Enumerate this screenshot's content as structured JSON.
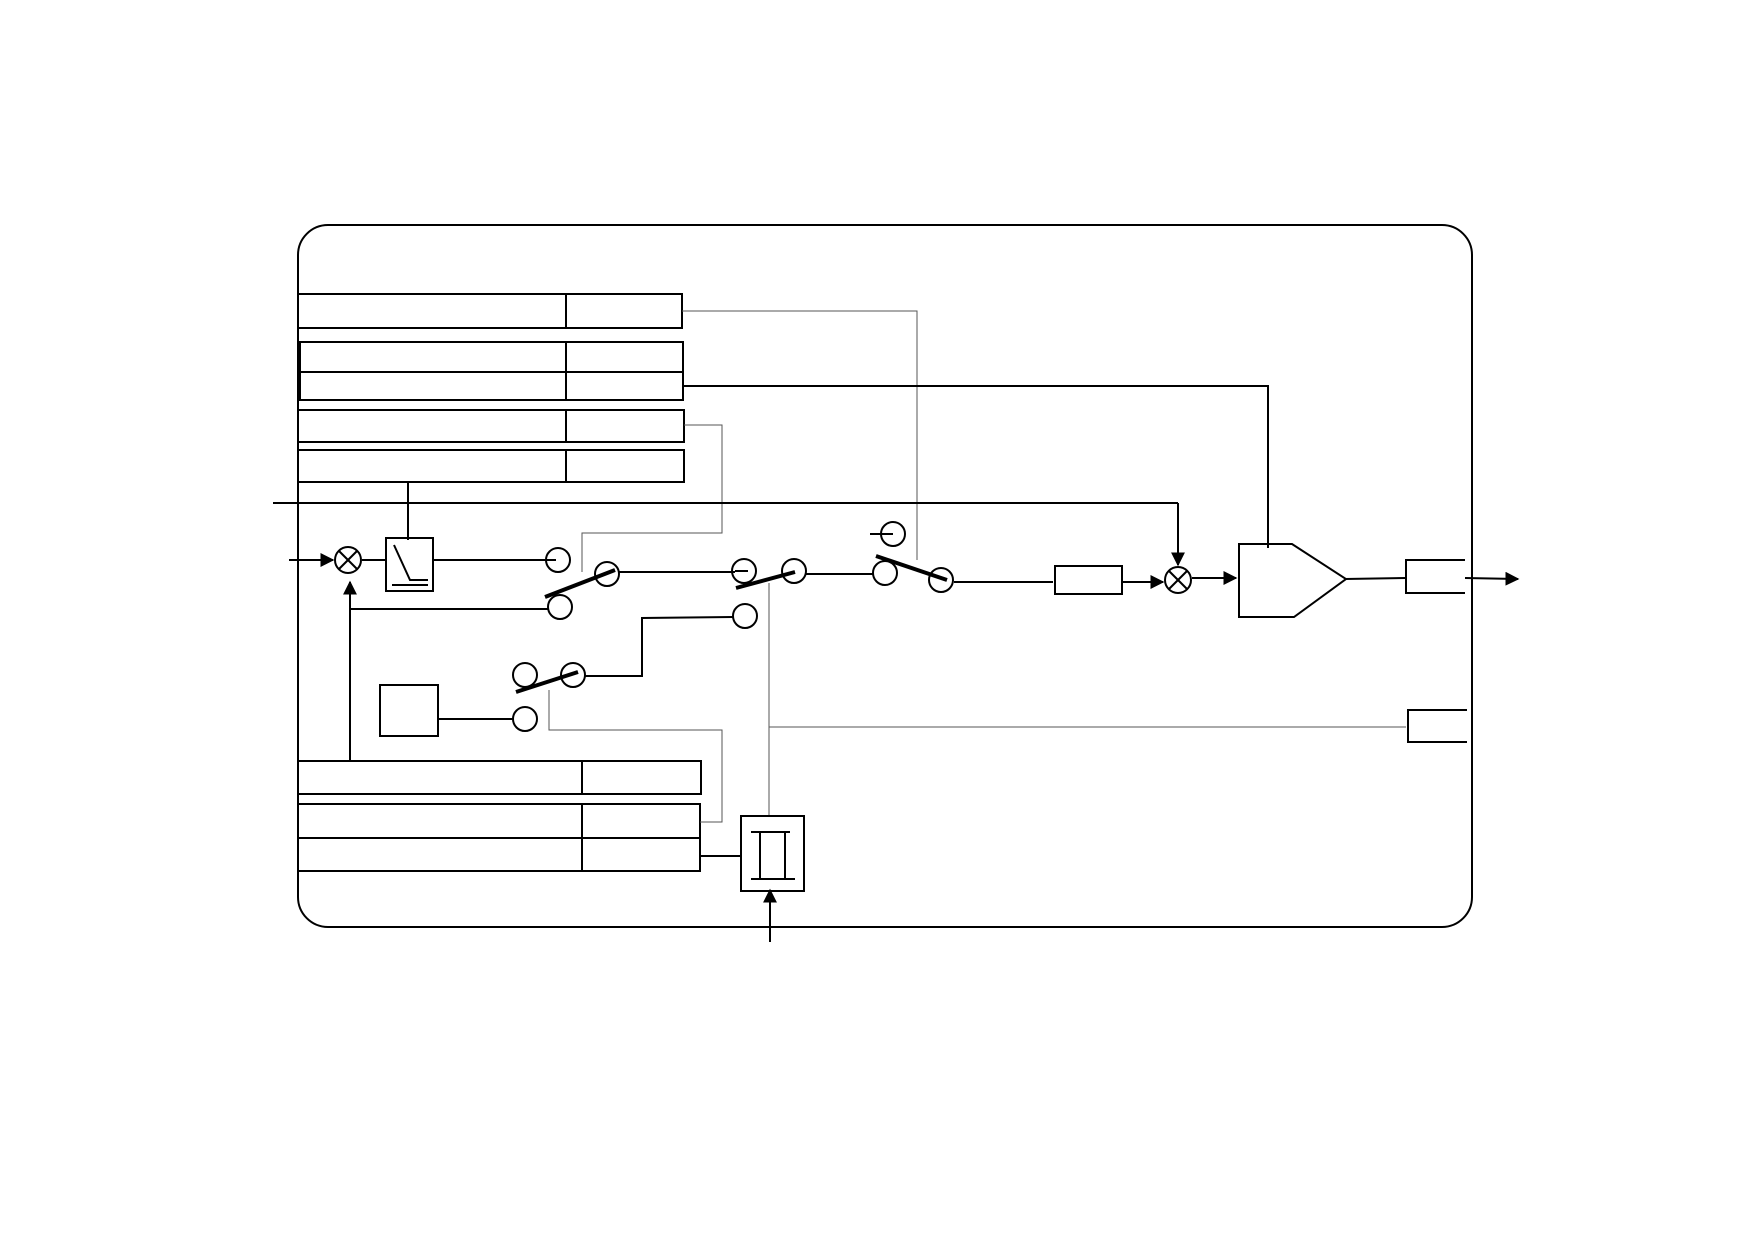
{
  "diagram": {
    "title": "",
    "colors": {
      "line": "#000000",
      "background": "#ffffff",
      "thin_line": "#555555"
    },
    "parameter_table_top": {
      "rows": 5,
      "columns": 2,
      "labels": []
    },
    "parameter_table_bottom": {
      "rows": 3,
      "columns": 2,
      "labels": []
    },
    "blocks": [
      {
        "id": "input-mixer",
        "symbol": "mixer-icon"
      },
      {
        "id": "filter-block",
        "symbol": "lowpass-filter-icon"
      },
      {
        "id": "source-block",
        "symbol": "empty-box"
      },
      {
        "id": "switch-1",
        "symbol": "switch-icon"
      },
      {
        "id": "switch-2",
        "symbol": "switch-icon"
      },
      {
        "id": "switch-3",
        "symbol": "switch-icon"
      },
      {
        "id": "switch-4",
        "symbol": "switch-icon"
      },
      {
        "id": "attenuator-block",
        "symbol": "rectangle"
      },
      {
        "id": "output-mixer",
        "symbol": "mixer-icon"
      },
      {
        "id": "amplifier-block",
        "symbol": "amplifier-icon"
      },
      {
        "id": "output-port-main",
        "symbol": "port-icon"
      },
      {
        "id": "output-port-aux",
        "symbol": "port-icon"
      },
      {
        "id": "pulse-block",
        "symbol": "pulse-icon"
      }
    ]
  }
}
